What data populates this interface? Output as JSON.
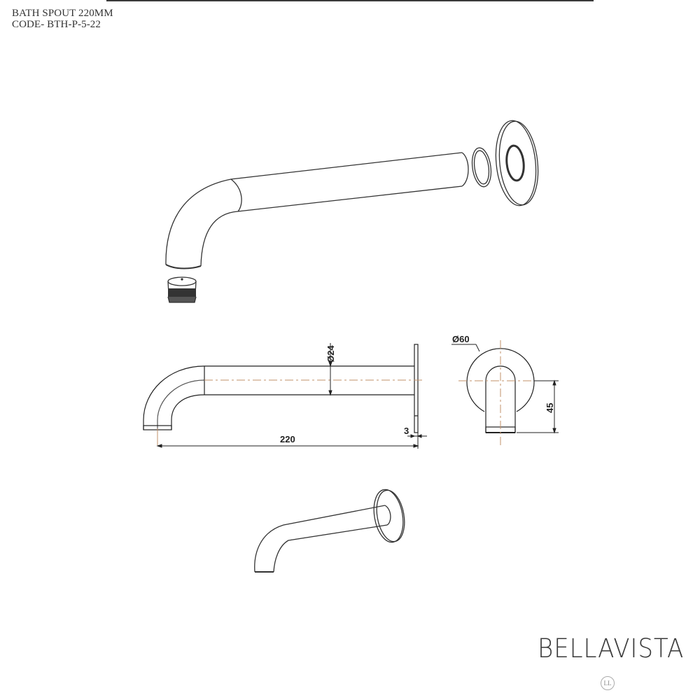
{
  "header": {
    "product_title": "BATH SPOUT 220MM",
    "product_code": "CODE- BTH-P-5-22"
  },
  "views": {
    "exploded": {
      "label": "exploded-isometric-view",
      "parts": [
        "spout-body",
        "o-ring",
        "wall-flange",
        "aerator"
      ]
    },
    "side_elevation": {
      "dimensions": {
        "diameter": "Ø24",
        "length": "220",
        "flange_thickness": "3"
      }
    },
    "front_elevation": {
      "dimensions": {
        "flange_diameter": "Ø60",
        "outlet_height": "45"
      }
    },
    "perspective": {
      "label": "perspective-view"
    }
  },
  "colors": {
    "line": "#222222",
    "centerline": "#c0906a"
  },
  "brand": {
    "name": "BELLAVISTA",
    "mark": "LL"
  }
}
